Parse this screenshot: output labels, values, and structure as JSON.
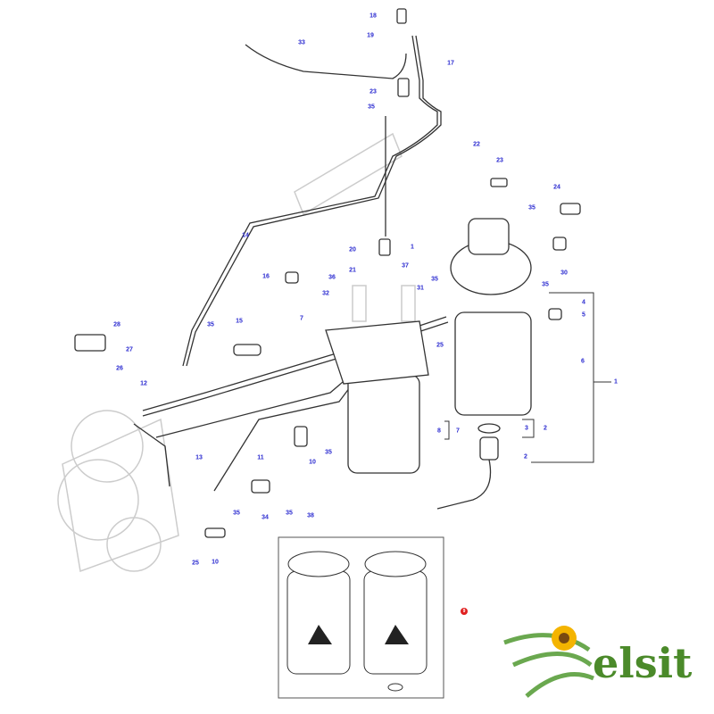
{
  "callouts": [
    {
      "id": "c18a",
      "text": "18"
    },
    {
      "id": "c19a",
      "text": "19"
    },
    {
      "id": "c33",
      "text": "33"
    },
    {
      "id": "c17",
      "text": "17"
    },
    {
      "id": "c23a",
      "text": "23"
    },
    {
      "id": "c35a",
      "text": "35"
    },
    {
      "id": "c22",
      "text": "22"
    },
    {
      "id": "c23b",
      "text": "23"
    },
    {
      "id": "c24",
      "text": "24"
    },
    {
      "id": "c35b",
      "text": "35"
    },
    {
      "id": "c1a",
      "text": "1"
    },
    {
      "id": "c20",
      "text": "20"
    },
    {
      "id": "c30",
      "text": "30"
    },
    {
      "id": "c35c",
      "text": "35"
    },
    {
      "id": "c21",
      "text": "21"
    },
    {
      "id": "c37",
      "text": "37"
    },
    {
      "id": "c16",
      "text": "16"
    },
    {
      "id": "c36",
      "text": "36"
    },
    {
      "id": "c35d",
      "text": "35"
    },
    {
      "id": "c32",
      "text": "32"
    },
    {
      "id": "c4",
      "text": "4"
    },
    {
      "id": "c31",
      "text": "31"
    },
    {
      "id": "c7a",
      "text": "7"
    },
    {
      "id": "c5",
      "text": "5"
    },
    {
      "id": "c14",
      "text": "14"
    },
    {
      "id": "c28",
      "text": "28"
    },
    {
      "id": "c35e",
      "text": "35"
    },
    {
      "id": "c15",
      "text": "15"
    },
    {
      "id": "c25a",
      "text": "25"
    },
    {
      "id": "c27",
      "text": "27"
    },
    {
      "id": "c26",
      "text": "26"
    },
    {
      "id": "c6",
      "text": "6"
    },
    {
      "id": "c1b",
      "text": "1"
    },
    {
      "id": "c12",
      "text": "12"
    },
    {
      "id": "c8",
      "text": "8"
    },
    {
      "id": "c7b",
      "text": "7"
    },
    {
      "id": "c3",
      "text": "3"
    },
    {
      "id": "c2a",
      "text": "2"
    },
    {
      "id": "c13",
      "text": "13"
    },
    {
      "id": "c11",
      "text": "11"
    },
    {
      "id": "c10a",
      "text": "10"
    },
    {
      "id": "c35f",
      "text": "35"
    },
    {
      "id": "c2b",
      "text": "2"
    },
    {
      "id": "c35g",
      "text": "35"
    },
    {
      "id": "c34",
      "text": "34"
    },
    {
      "id": "c35h",
      "text": "35"
    },
    {
      "id": "c38",
      "text": "38"
    },
    {
      "id": "c25b",
      "text": "25"
    },
    {
      "id": "c10b",
      "text": "10"
    }
  ],
  "kit_badge": "9",
  "logo": {
    "text": "elsit"
  },
  "colors": {
    "callout": "#2a2ad0",
    "line": "#333333",
    "ghost": "#cccccc",
    "badge": "#e02020",
    "logo": "#4b8a2a"
  }
}
